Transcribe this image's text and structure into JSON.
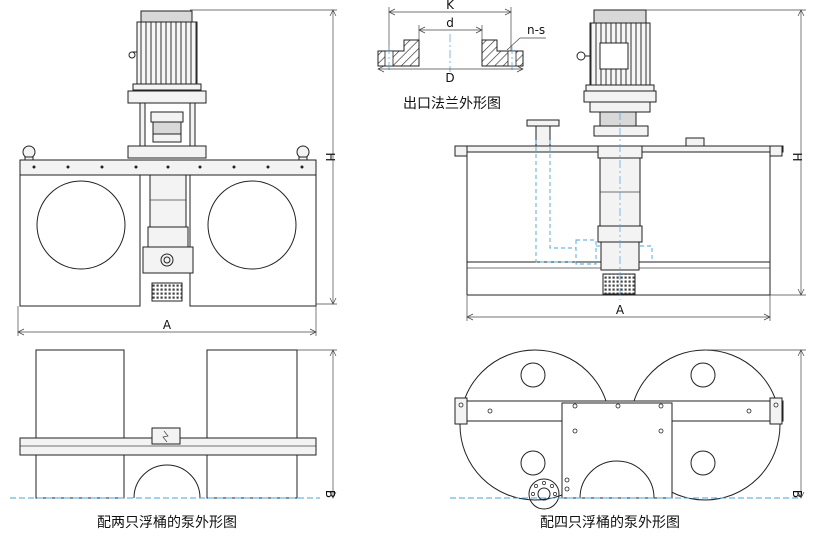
{
  "labels": {
    "A": "A",
    "H": "H",
    "B": "B",
    "K": "K",
    "d": "d",
    "D": "D",
    "ns": "n-s"
  },
  "captions": {
    "flange": "出口法兰外形图",
    "two_float": "配两只浮桶的泵外形图",
    "four_float": "配四只浮桶的泵外形图"
  },
  "colors": {
    "line": "#222222",
    "hidden_line": "#4aa3d8"
  }
}
